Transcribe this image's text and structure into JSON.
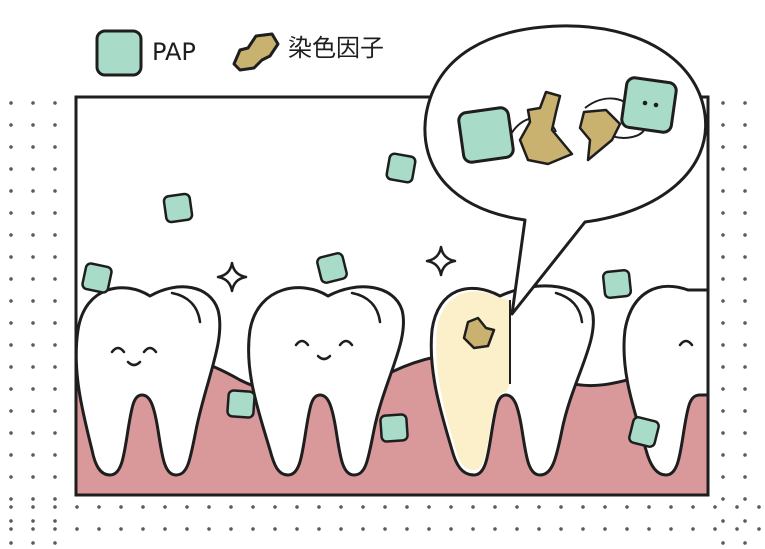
{
  "legend": {
    "pap_label": "PAP",
    "stain_label": "染色因子"
  },
  "colors": {
    "pap_fill": "#a8dcc8",
    "stain_fill": "#c9b170",
    "gum_fill": "#d9999a",
    "stained_tooth": "#fbf0c9",
    "outline": "#1e1e1e",
    "dots": "#5a5a5a"
  },
  "icons": [
    "pap-square-icon",
    "stain-blob-icon",
    "sparkle-icon",
    "smiling-tooth-icon",
    "speech-bubble"
  ]
}
